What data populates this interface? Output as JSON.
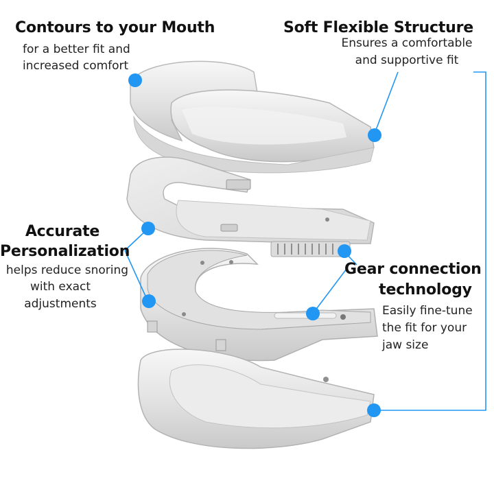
{
  "accent_color": "#2196f3",
  "callouts": [
    {
      "icon": "mouth-contour-callout-dot",
      "title": "Contours to your Mouth",
      "subtitle_lines": [
        "for a better fit and",
        "increased comfort"
      ]
    },
    {
      "icon": "flexible-structure-callout-dot",
      "title": "Soft Flexible Structure",
      "subtitle_lines": [
        "Ensures a comfortable",
        "and supportive fit"
      ]
    },
    {
      "icon": "personalization-callout-dot",
      "title_lines": [
        "Accurate",
        "Personalization"
      ],
      "subtitle_lines": [
        "helps reduce snoring",
        "with exact",
        "adjustments"
      ]
    },
    {
      "icon": "gear-connection-callout-dot",
      "title_lines": [
        "Gear connection",
        "technology"
      ],
      "subtitle_lines": [
        "Easily fine-tune",
        "the fit for your",
        "jaw size"
      ]
    }
  ]
}
